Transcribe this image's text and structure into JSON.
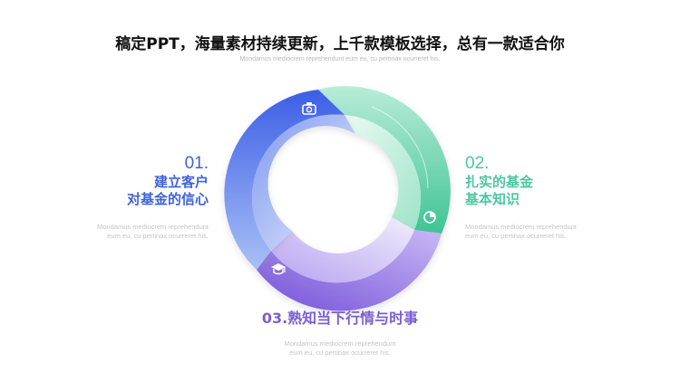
{
  "title": "稿定PPT，海量素材持续更新，上千款模板选择，总有一款适合你",
  "subtitle": "Mondamus mediocrem reprehendunt eum eu, cu pertinax ocurreret his.",
  "segments": [
    {
      "number": "01.",
      "heading_lines": [
        "建立客户",
        "对基金的信心"
      ],
      "description_lines": [
        "Mondamus mediocrem reprehendunt",
        "eum eu, cu pertinax ocurreret his."
      ],
      "icon": "camera-icon",
      "color": "#3f63d6"
    },
    {
      "number": "02.",
      "heading_lines": [
        "扎实的基金",
        "基本知识"
      ],
      "description_lines": [
        "Mondamus mediocrem reprehendunt",
        "eum eu, cu pertinax ocurreret his."
      ],
      "icon": "pie-chart-icon",
      "color": "#4cc7a1"
    },
    {
      "heading": "03.熟知当下行情与时事",
      "description_lines": [
        "Mondamus mediocrem reprehendunt",
        "eum eu, cu pertinax ocurreret his."
      ],
      "icon": "graduation-cap-icon",
      "color": "#7b5fd0"
    }
  ]
}
